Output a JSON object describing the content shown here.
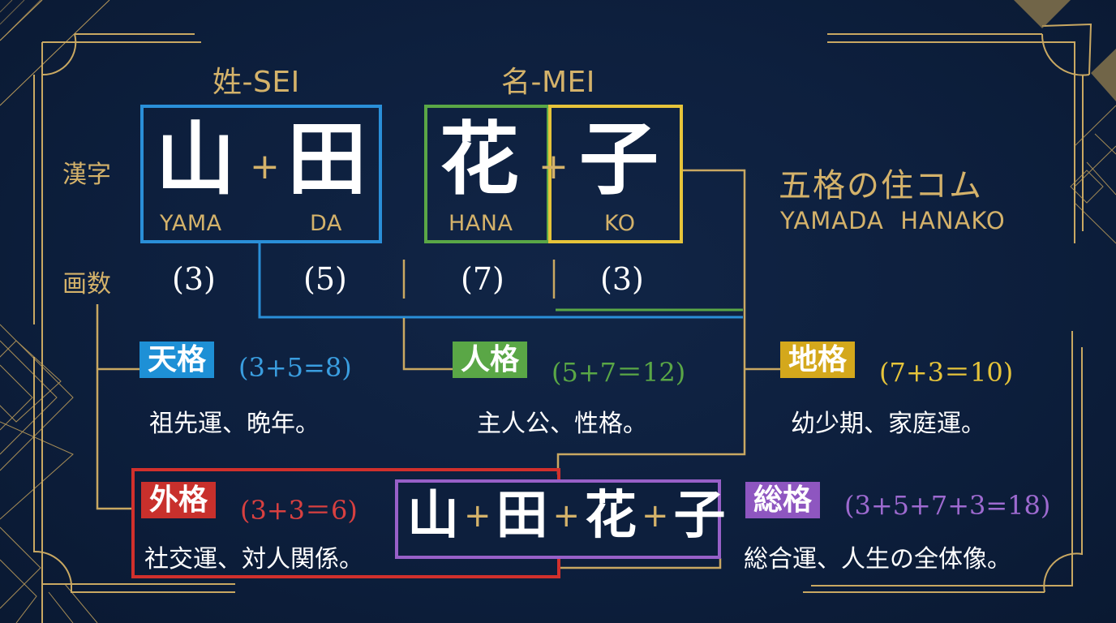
{
  "headers": {
    "surname": "姓-SEI",
    "given": "名-MEI"
  },
  "row_labels": {
    "kanji": "漢字",
    "strokes": "画数"
  },
  "characters": [
    {
      "kanji": "山",
      "romaji": "YAMA",
      "strokes": "(3)"
    },
    {
      "kanji": "田",
      "romaji": "DA",
      "strokes": "(5)"
    },
    {
      "kanji": "花",
      "romaji": "HANA",
      "strokes": "(7)"
    },
    {
      "kanji": "子",
      "romaji": "KO",
      "strokes": "(3)"
    }
  ],
  "plus_sign": "+",
  "title": {
    "japanese": "五格の住コム",
    "english": "YAMADA  HANAKO"
  },
  "fortunes": {
    "tenkaku": {
      "label": "天格",
      "formula": "(3+5=8)",
      "description": "祖先運、晩年。",
      "color": "#1e90d6"
    },
    "jinkaku": {
      "label": "人格",
      "formula": "(5+7＝12)",
      "description": "主人公、性格。",
      "color": "#4e9a3c"
    },
    "chikaku": {
      "label": "地格",
      "formula": "(7+3＝10)",
      "description": "幼少期、家庭運。",
      "color": "#d4a81c"
    },
    "gaikaku": {
      "label": "外格",
      "formula": "(3+3＝6)",
      "description": "社交運、対人関係。",
      "color": "#c8302c"
    },
    "soukaku": {
      "label": "総格",
      "formula": "(3+5+7+3=18)",
      "description": "総合運、人生の全体像。",
      "color": "#8e56c0"
    }
  },
  "full_name": {
    "chars": [
      "山",
      "田",
      "花",
      "子"
    ]
  },
  "colors": {
    "background": "#0d1f3d",
    "gold": "#d4b26a",
    "blue": "#2a8fd8",
    "green": "#5aa746",
    "yellow": "#e6c43a",
    "red": "#d1302c",
    "purple": "#9860c8"
  }
}
